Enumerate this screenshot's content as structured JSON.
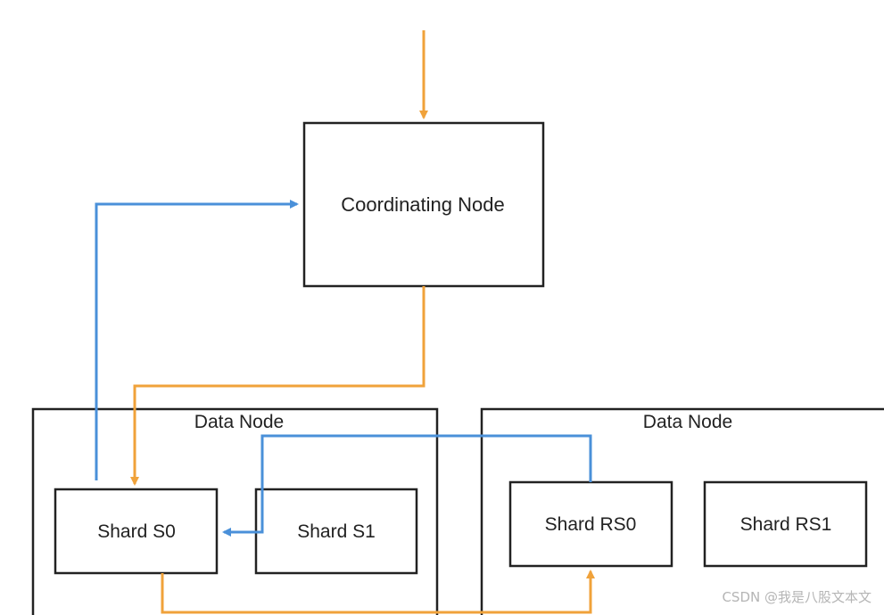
{
  "nodes": {
    "coordinating": "Coordinating Node",
    "data_node_1": "Data Node",
    "data_node_2": "Data Node"
  },
  "shards": {
    "s0": "Shard S0",
    "s1": "Shard S1",
    "rs0": "Shard RS0",
    "rs1": "Shard RS1"
  },
  "watermark": "CSDN @我是八股文本文",
  "colors": {
    "request_flow": "#F0A23A",
    "response_flow": "#4A90D9",
    "box_border": "#222222"
  }
}
